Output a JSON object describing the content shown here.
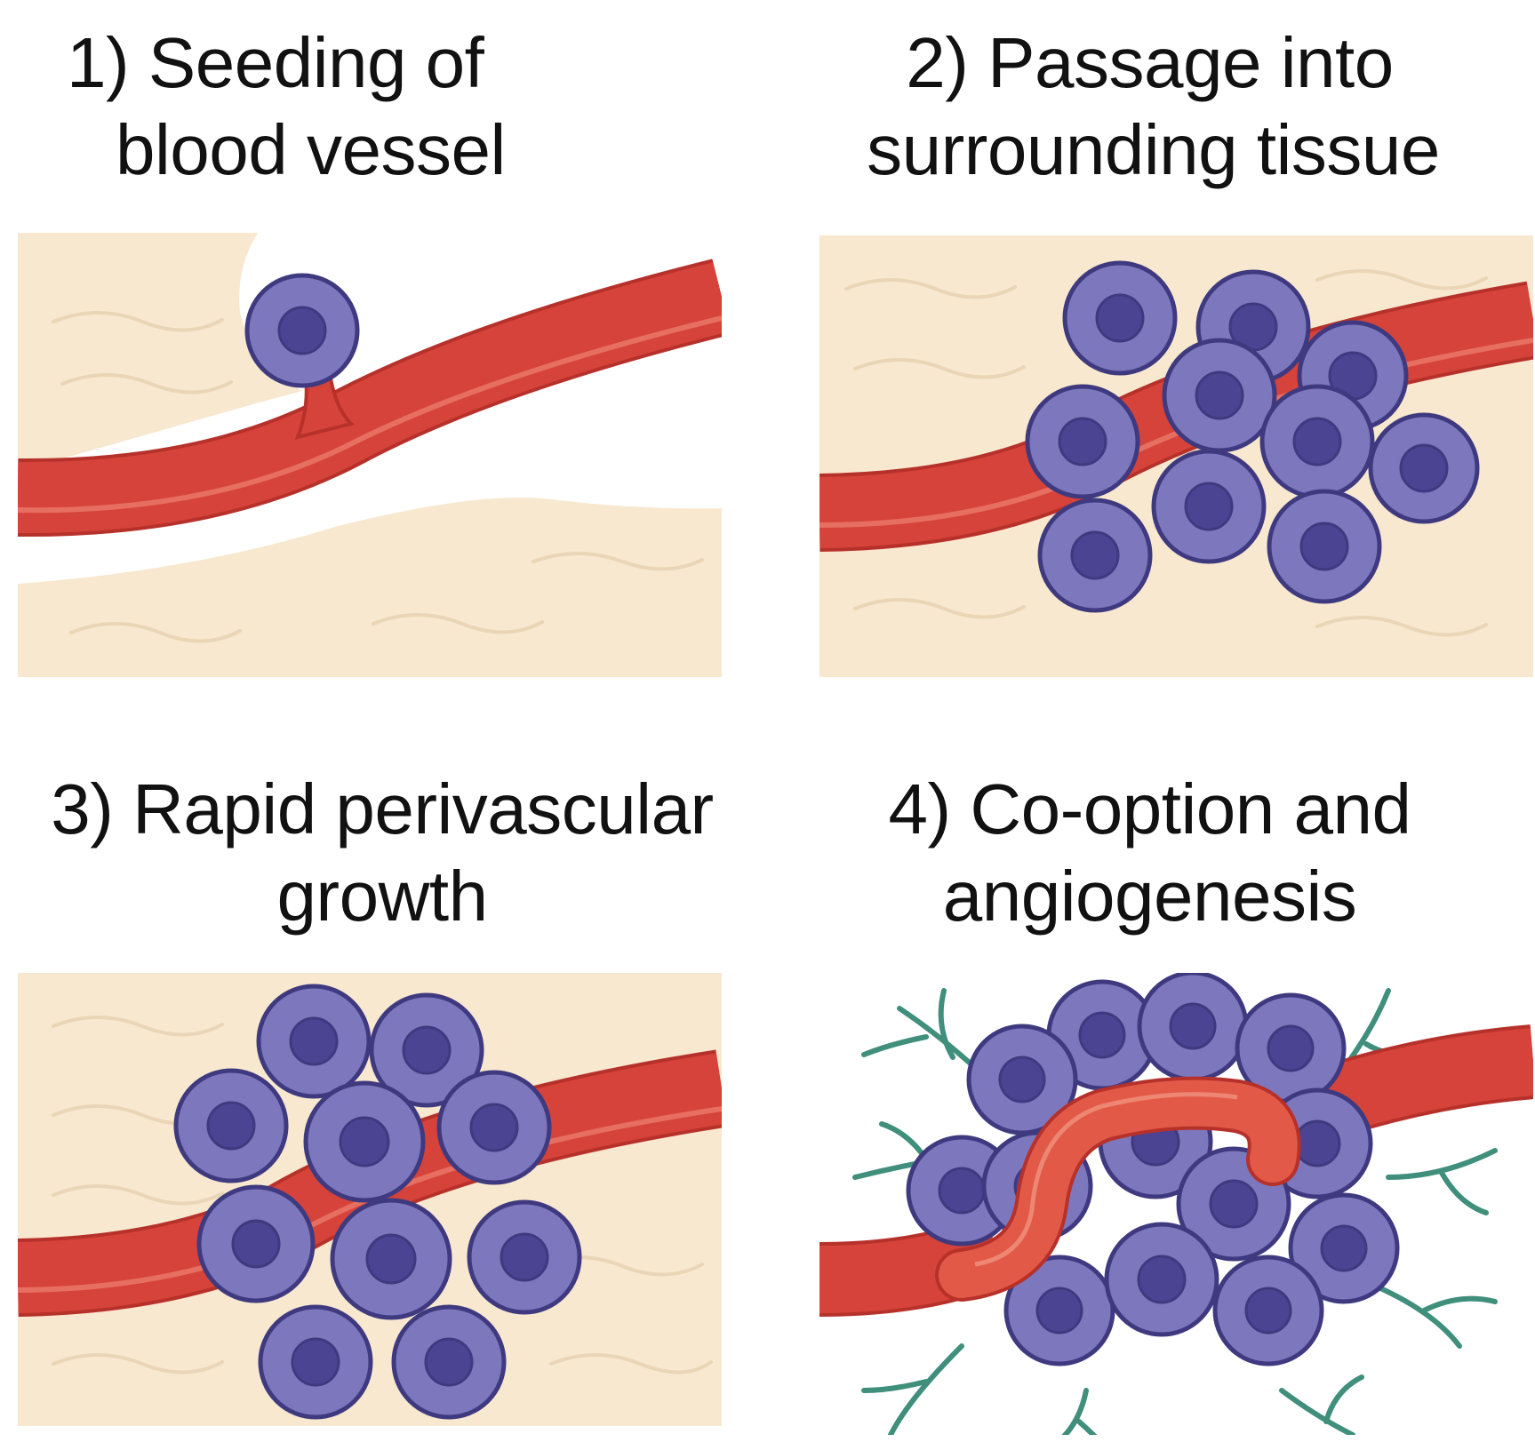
{
  "panels": [
    {
      "step": "1)",
      "title_line1": "1) Seeding of",
      "title_line2": "blood vessel"
    },
    {
      "step": "2)",
      "title_line1": "2) Passage into",
      "title_line2": "surrounding tissue"
    },
    {
      "step": "3)",
      "title_line1": "3) Rapid perivascular",
      "title_line2": "growth"
    },
    {
      "step": "4)",
      "title_line1": "4) Co-option and",
      "title_line2": "angiogenesis"
    }
  ],
  "colors": {
    "tissue": "#f8e8cf",
    "tissue_line": "#ead6b6",
    "vessel": "#d6433a",
    "vessel_edge": "#b7312b",
    "vessel_highlight": "#ea7a6b",
    "cell": "#7d78bd",
    "cell_edge": "#3f3a80",
    "nucleus": "#4a4492",
    "sprout": "#3f8f7c"
  },
  "icons": [
    "tumor-cell-icon",
    "blood-vessel-icon",
    "tissue-icon",
    "sprout-vessel-icon"
  ]
}
